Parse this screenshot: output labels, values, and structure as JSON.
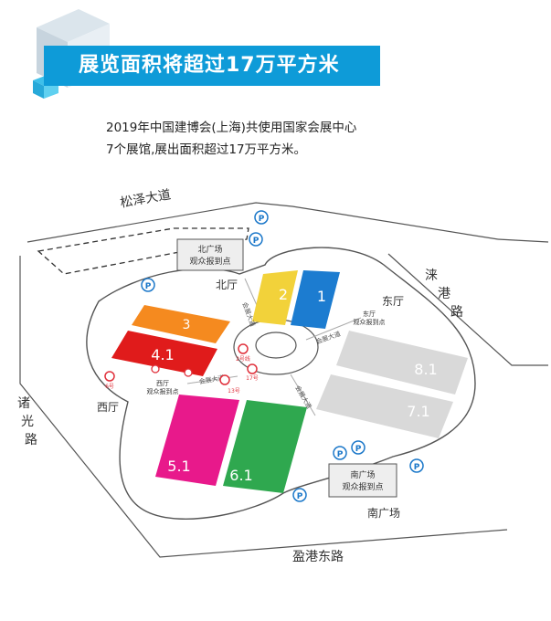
{
  "header": {
    "title": "展览面积将超过17万平方米",
    "desc_line1": "2019年中国建博会(上海)共使用国家会展中心",
    "desc_line2": "7个展馆,展出面积超过17万平方米。"
  },
  "roads": {
    "north": "松泽大道",
    "east": [
      "涞",
      "港",
      "路"
    ],
    "west": [
      "诸",
      "光",
      "路"
    ],
    "south": "盈港东路"
  },
  "plazas": {
    "north_line1": "北广场",
    "north_line2": "观众报到点",
    "south_line1": "南广场",
    "south_line2": "观众报到点"
  },
  "halls": [
    {
      "id": "hall-1",
      "label": "1",
      "color": "#1c7cd0"
    },
    {
      "id": "hall-2",
      "label": "2",
      "color": "#f2d23a"
    },
    {
      "id": "hall-3",
      "label": "3",
      "color": "#f58a1f"
    },
    {
      "id": "hall-4-1",
      "label": "4.1",
      "color": "#e01b1b"
    },
    {
      "id": "hall-5-1",
      "label": "5.1",
      "color": "#e8198b"
    },
    {
      "id": "hall-6-1",
      "label": "6.1",
      "color": "#2fa84f"
    },
    {
      "id": "hall-7-1",
      "label": "7.1",
      "color": "#d9d9d9"
    },
    {
      "id": "hall-8-1",
      "label": "8.1",
      "color": "#d9d9d9"
    }
  ],
  "lobbies": {
    "north": "北厅",
    "east": "东厅",
    "east_checkin_line1": "东厅",
    "east_checkin_line2": "观众报到点",
    "west": "西厅",
    "west_checkin_line1": "西厅",
    "west_checkin_line2": "观众报到点",
    "south": "南广场"
  },
  "avenues": {
    "north": "会展大道",
    "east": "会展大道",
    "south": "会展大道",
    "west": "会展大道"
  },
  "metro": {
    "line2": "2号线",
    "line17": "17号",
    "line13": "13号",
    "line6": "6号"
  },
  "parking_label": "P",
  "colors": {
    "accent": "#0e9bd8",
    "parking": "#1a77c9",
    "metro": "#e0303b"
  }
}
